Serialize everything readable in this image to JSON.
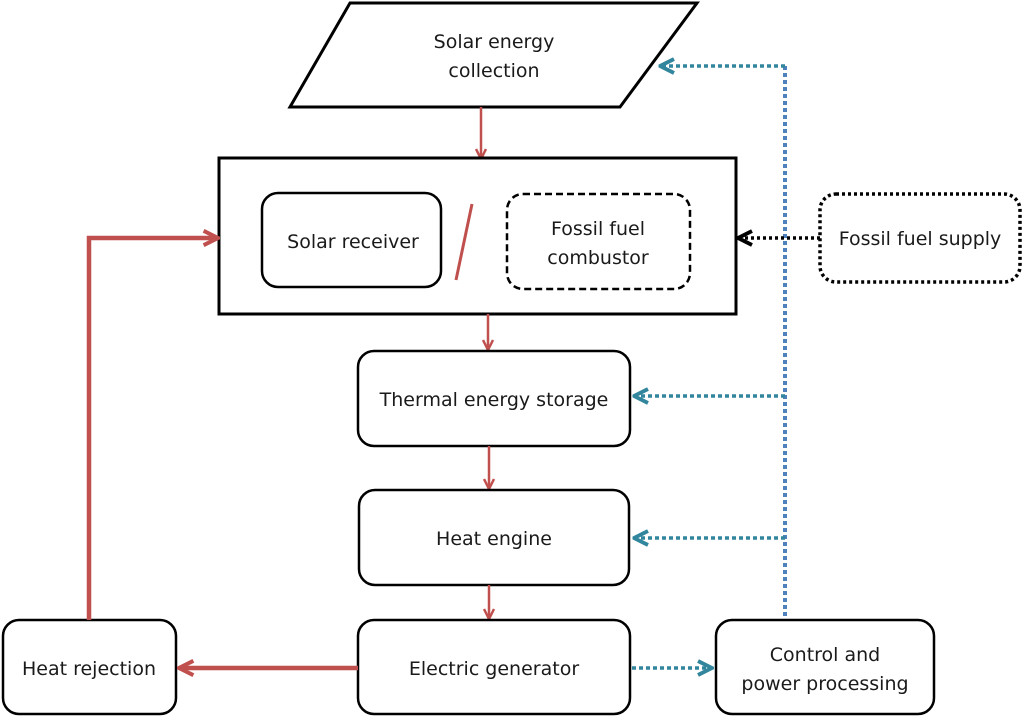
{
  "diagram": {
    "title": "Solar thermal power system flow diagram",
    "nodes": {
      "solar_collection": {
        "lines": [
          "Solar energy",
          "collection"
        ],
        "shape": "parallelogram"
      },
      "solar_receiver": {
        "lines": [
          "Solar receiver"
        ],
        "shape": "rounded-rect"
      },
      "fossil_combustor": {
        "lines": [
          "Fossil fuel",
          "combustor"
        ],
        "shape": "dashed-rounded-rect"
      },
      "fossil_supply": {
        "lines": [
          "Fossil fuel supply"
        ],
        "shape": "dotted-rounded-rect"
      },
      "thermal_storage": {
        "lines": [
          "Thermal energy storage"
        ],
        "shape": "rounded-rect"
      },
      "heat_engine": {
        "lines": [
          "Heat engine"
        ],
        "shape": "rounded-rect"
      },
      "electric_generator": {
        "lines": [
          "Electric generator"
        ],
        "shape": "rounded-rect"
      },
      "heat_rejection": {
        "lines": [
          "Heat rejection"
        ],
        "shape": "rounded-rect"
      },
      "control": {
        "lines": [
          "Control and",
          "power processing"
        ],
        "shape": "rounded-rect"
      }
    },
    "separator": "/",
    "edges": [
      {
        "from": "solar_collection",
        "to": "receiver_group",
        "kind": "energy"
      },
      {
        "from": "receiver_group",
        "to": "thermal_storage",
        "kind": "energy"
      },
      {
        "from": "thermal_storage",
        "to": "heat_engine",
        "kind": "energy"
      },
      {
        "from": "heat_engine",
        "to": "electric_generator",
        "kind": "energy"
      },
      {
        "from": "electric_generator",
        "to": "heat_rejection",
        "kind": "energy"
      },
      {
        "from": "heat_rejection",
        "to": "receiver_group",
        "kind": "energy"
      },
      {
        "from": "fossil_supply",
        "to": "receiver_group",
        "kind": "fuel"
      },
      {
        "from": "electric_generator",
        "to": "control",
        "kind": "control"
      },
      {
        "from": "control",
        "to": "solar_collection",
        "kind": "control"
      },
      {
        "from": "control",
        "to": "thermal_storage",
        "kind": "control"
      },
      {
        "from": "control",
        "to": "heat_engine",
        "kind": "control"
      }
    ],
    "colors": {
      "energy": "#c0504d",
      "control_arrow": "#31859c",
      "control_bus": "#4f81bd",
      "fuel": "#000000",
      "outline": "#000000"
    }
  }
}
